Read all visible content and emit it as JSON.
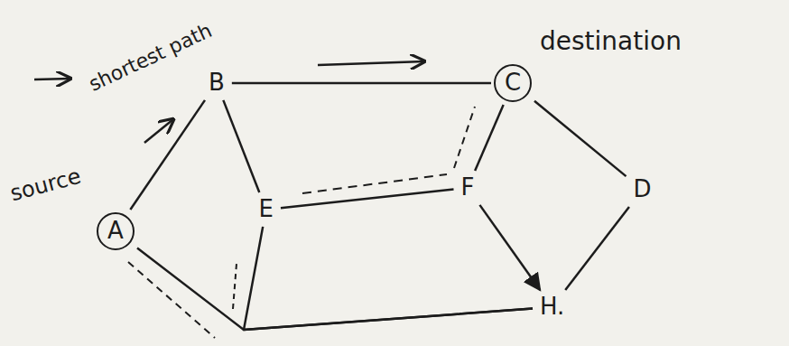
{
  "diagram": {
    "nodes": [
      {
        "text": [
          "A"
        ]
      },
      {
        "text": [
          "B"
        ]
      },
      {
        "text": [
          "C"
        ]
      },
      {
        "text": [
          "D"
        ]
      },
      {
        "text": [
          "E"
        ]
      },
      {
        "text": [
          "F"
        ]
      },
      {
        "text": [
          "H."
        ]
      }
    ],
    "edges": [
      {
        "from": 0,
        "to": 1,
        "arrow": "none"
      },
      {
        "from": 1,
        "to": 2,
        "arrow": "none"
      },
      {
        "from": 2,
        "to": 3,
        "arrow": "none"
      },
      {
        "from": 3,
        "to": 6,
        "arrow": "none"
      },
      {
        "from": 2,
        "to": 5,
        "arrow": "none"
      },
      {
        "from": 5,
        "to": 6,
        "arrow": "to"
      },
      {
        "from": 1,
        "to": 4,
        "arrow": "none"
      },
      {
        "from": 4,
        "to": 5,
        "arrow": "none"
      },
      {
        "from": 0,
        "to": 6,
        "arrow": "none"
      },
      {
        "from": 4,
        "to": 6,
        "arrow": "none"
      }
    ],
    "labels": [
      "shortest path",
      "source",
      "destination"
    ]
  }
}
